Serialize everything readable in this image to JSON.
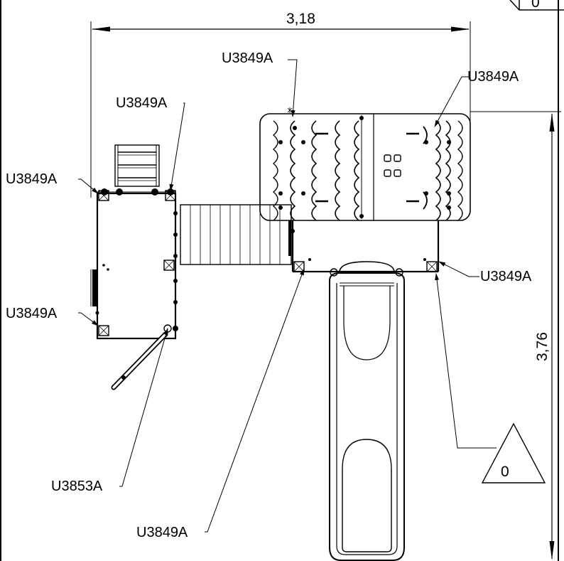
{
  "dimensions": {
    "width": "3,18",
    "depth": "3,76"
  },
  "callouts": [
    {
      "id": "top-left",
      "label": "U3849A"
    },
    {
      "id": "roof-left",
      "label": "U3849A"
    },
    {
      "id": "roof-right",
      "label": "U3849A"
    },
    {
      "id": "tower-left-top",
      "label": "U3849A"
    },
    {
      "id": "tower-left-bottom",
      "label": "U3849A"
    },
    {
      "id": "deck-right",
      "label": "U3849A"
    },
    {
      "id": "rail-bottom",
      "label": "U3853A"
    },
    {
      "id": "deck-left",
      "label": "U3849A"
    }
  ],
  "marker": {
    "label": "0"
  },
  "corner_marker": {
    "label": "0"
  }
}
